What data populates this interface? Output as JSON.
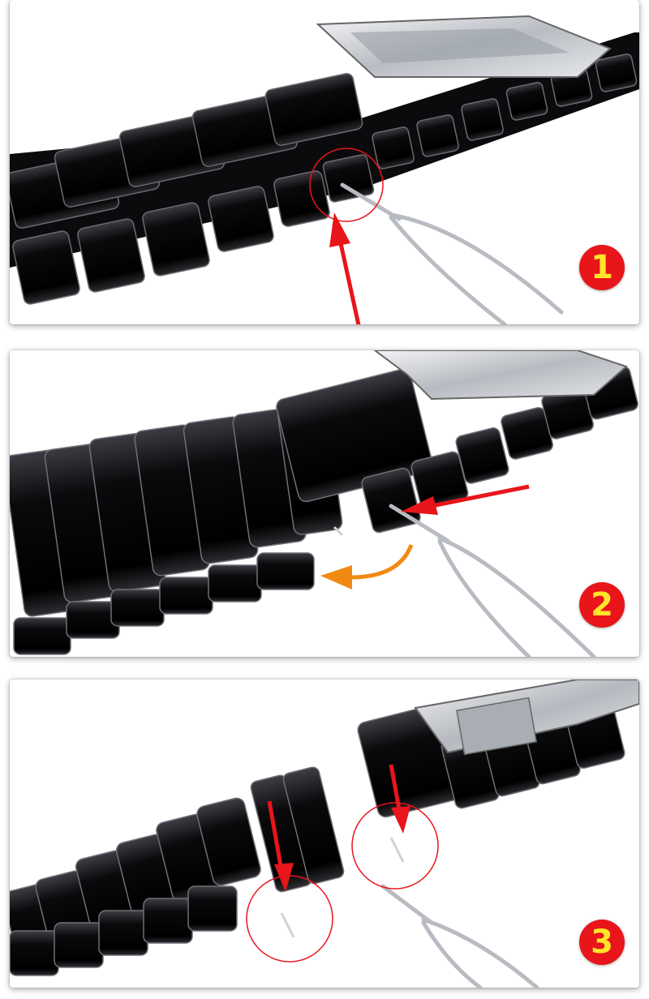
{
  "steps": [
    {
      "number": "1"
    },
    {
      "number": "2"
    },
    {
      "number": "3"
    }
  ],
  "colors": {
    "badge_fill": "#e8151b",
    "badge_text": "#ffe629",
    "pointer_arrow": "#e8151b",
    "swing_arrow": "#f08a14",
    "highlight_circle": "#e8151b",
    "ceramic": "#0b0b0d",
    "steel": "#c9ccd1"
  },
  "icons": {
    "step1": [
      "red-arrow-icon",
      "highlight-circle-icon",
      "removal-tool-icon"
    ],
    "step2": [
      "red-arrow-icon",
      "curved-orange-arrow-icon",
      "removal-tool-icon"
    ],
    "step3": [
      "red-arrow-icon",
      "highlight-circle-icon",
      "removal-tool-icon"
    ]
  }
}
